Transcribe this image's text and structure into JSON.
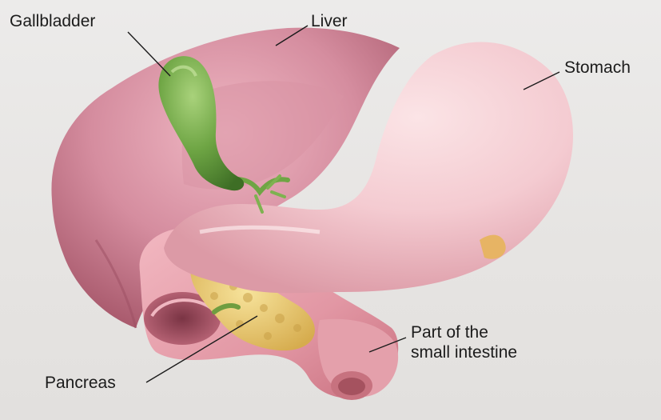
{
  "labels": {
    "gallbladder": "Gallbladder",
    "liver": "Liver",
    "stomach": "Stomach",
    "small_intestine_line1": "Part of the",
    "small_intestine_line2": "small intestine",
    "pancreas": "Pancreas"
  },
  "colors": {
    "liver": "#c77b8c",
    "stomach": "#f2c9cf",
    "gallbladder": "#5f9a3c",
    "pancreas": "#e8c868",
    "small_intestine": "#e9a4af",
    "background": "#e9e7e5"
  }
}
